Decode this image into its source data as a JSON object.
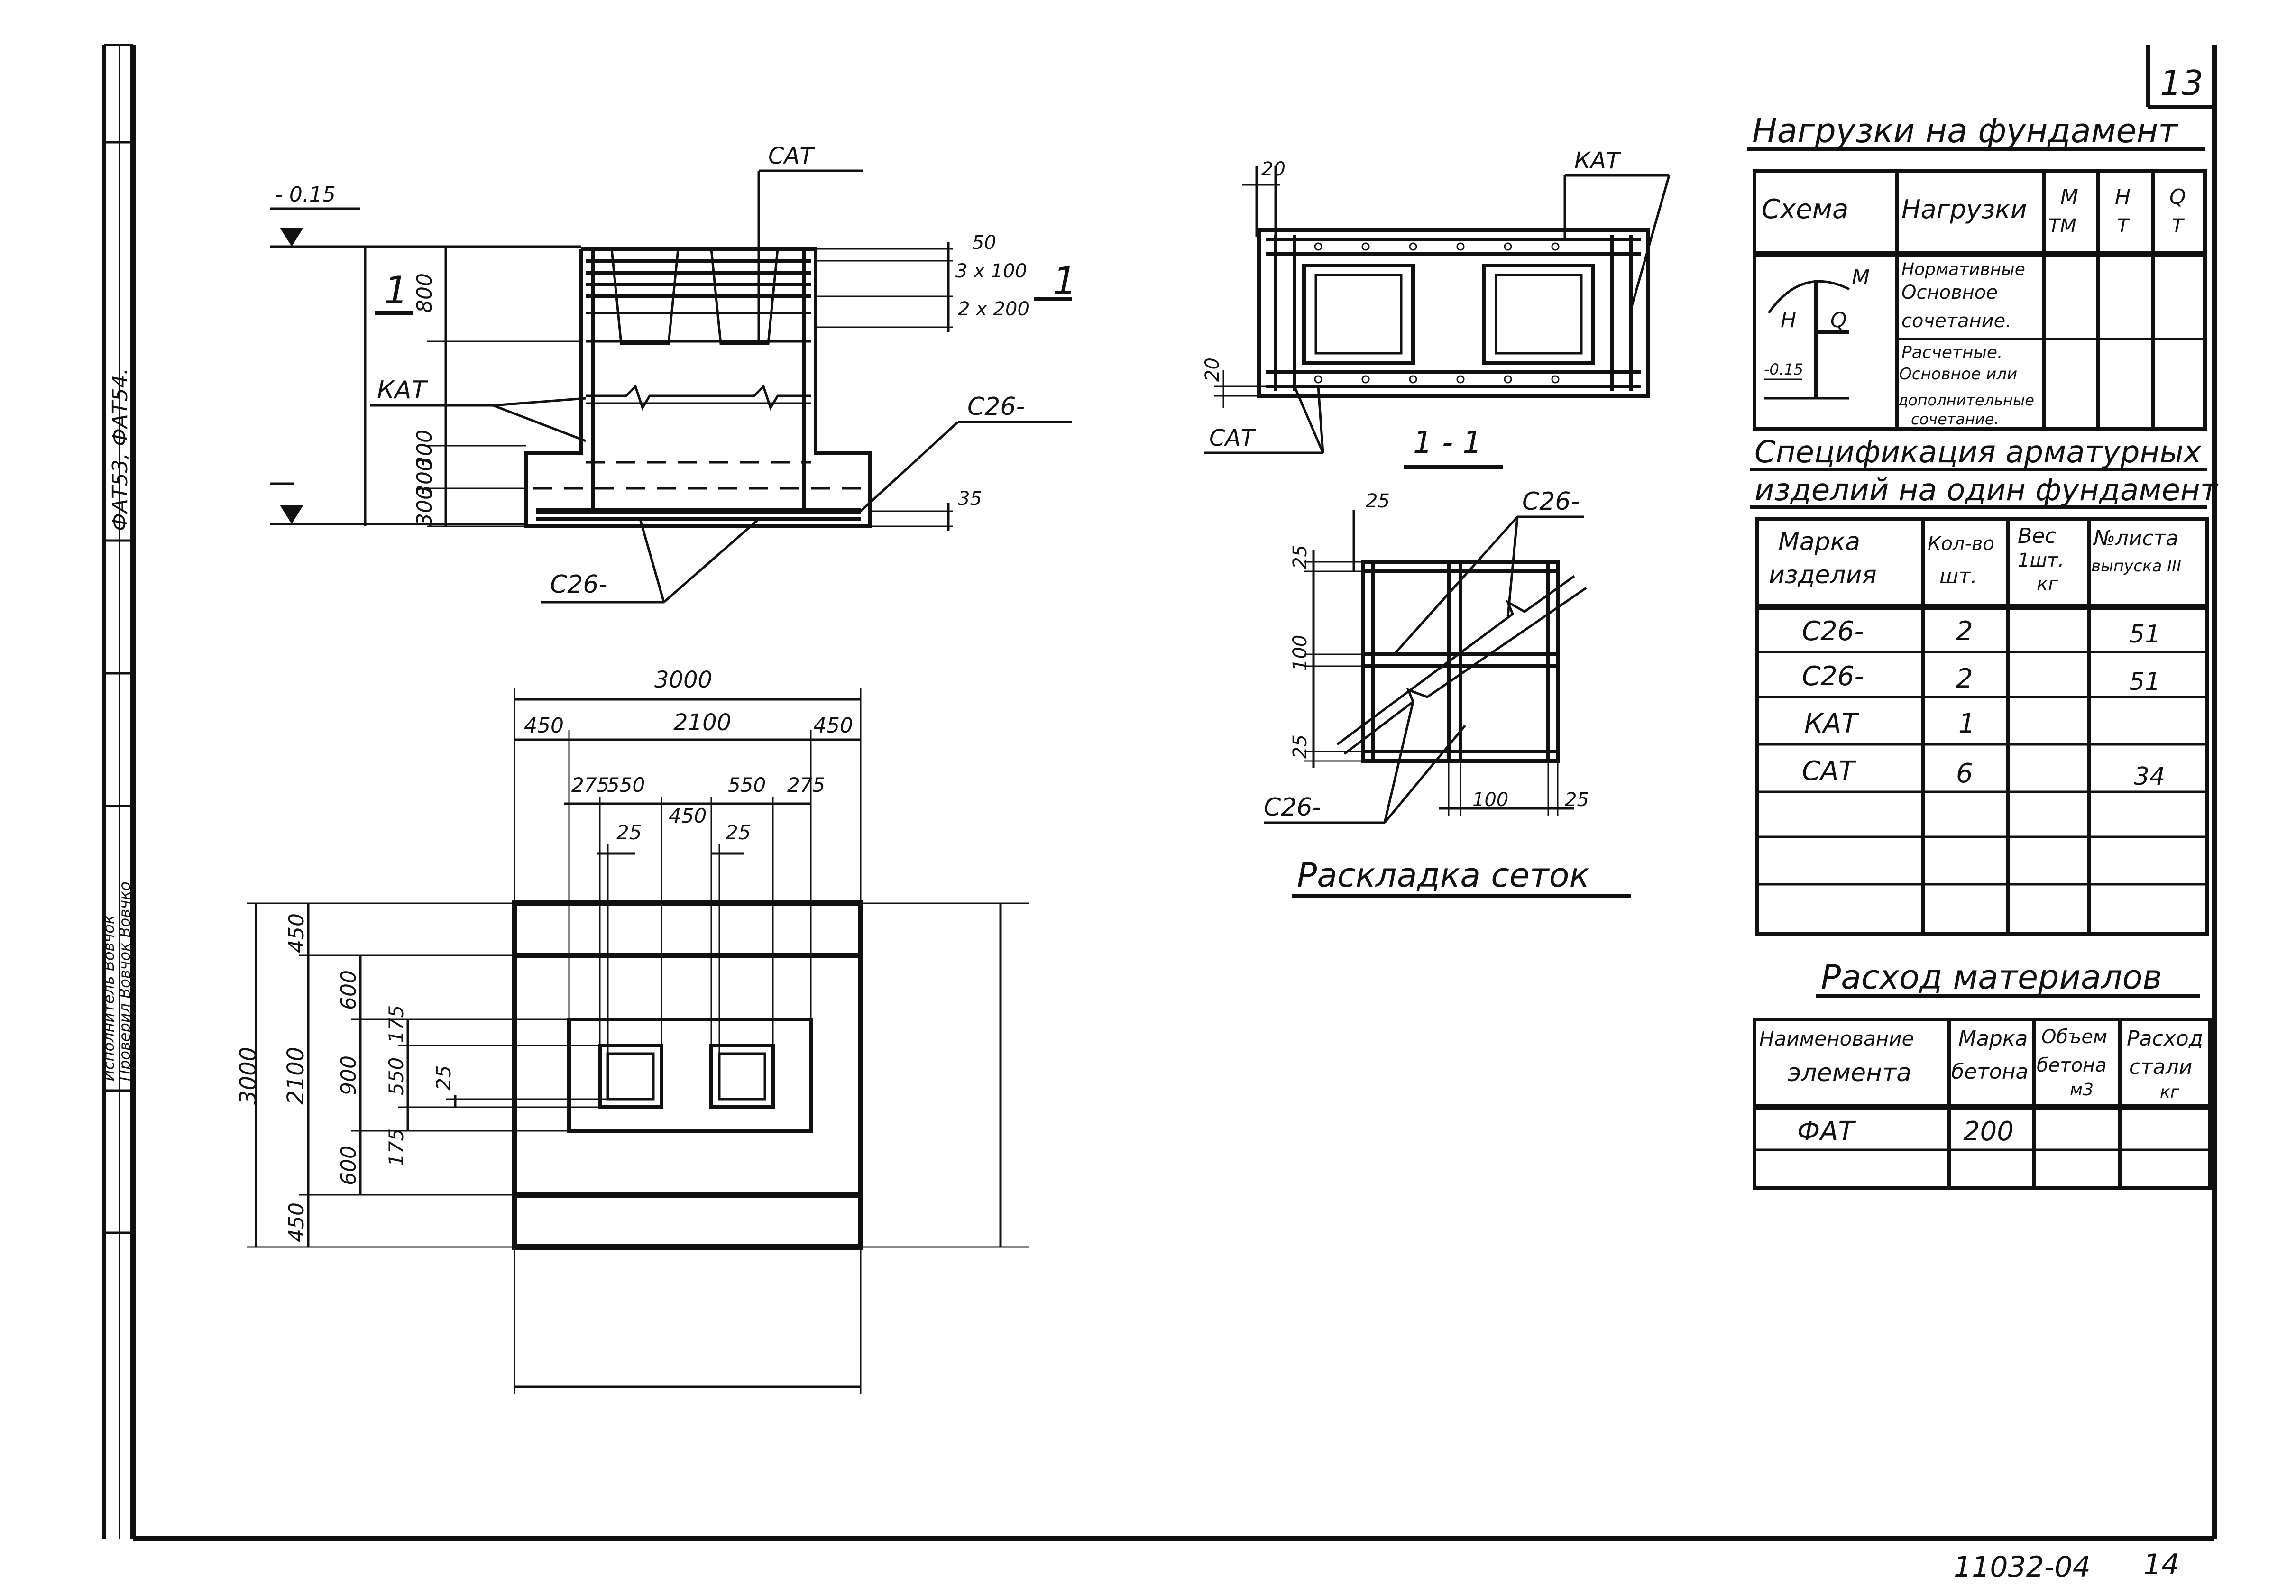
{
  "sheet_number": "13",
  "footer": {
    "doc_code": "11032-04",
    "page": "14"
  },
  "side_stamp": {
    "codes": "ФАТ53, ФАТ54.",
    "names_1": "Исполнитель  Вовчок",
    "names_2": "Проверил  Вовчок  Вовчко"
  },
  "section_view": {
    "elev_top": "- 0.15",
    "section_mark": "1",
    "cat_label": "САТ",
    "kat_label": "КАТ",
    "mesh_label_right": "С26-",
    "mesh_label_bottom": "С26-",
    "dims_left": [
      "800",
      "300",
      "300",
      "300"
    ],
    "dims_right": [
      "50",
      "3 x 100",
      "2 x 200",
      "35"
    ]
  },
  "plan_view": {
    "overall_top": "3000",
    "inner_top": "2100",
    "margin_left": "450",
    "margin_right": "450",
    "row2": [
      "275",
      "550",
      "450",
      "550",
      "275"
    ],
    "gap_left": "25",
    "gap_right": "25",
    "overall_left": "3000",
    "dims_vertical_1": [
      "450",
      "2100",
      "450"
    ],
    "dims_vertical_2": [
      "600",
      "900",
      "600"
    ],
    "dims_vertical_3": [
      "175",
      "550",
      "175"
    ],
    "dim_25": "25"
  },
  "section_11": {
    "kat": "КАТ",
    "cat": "САТ",
    "dim_20_top": "20",
    "dim_20_left": "20",
    "title": "1 - 1"
  },
  "mesh_layout": {
    "mesh_top": "С26-",
    "mesh_bottom": "С26-",
    "dim_25_top": "25",
    "dim_25_left": "25",
    "dim_100_left": "100",
    "dim_25_left2": "25",
    "dim_100_bottom": "100",
    "dim_25_bottom": "25",
    "title": "Раскладка сеток"
  },
  "loads_table": {
    "title": "Нагрузки на фундамент",
    "headers": [
      "Схема",
      "Нагрузки",
      "М\nТМ",
      "Н\nТ",
      "Q\nТ"
    ],
    "schema_labels": {
      "m": "М",
      "n": "Н",
      "q": "Q",
      "elev": "-0.15"
    },
    "rows": [
      [
        "Нормативные",
        "Основное",
        "сочетание."
      ],
      [
        "Расчетные.",
        "Основное или",
        "дополнительные",
        "сочетание."
      ]
    ]
  },
  "spec_table": {
    "title_1": "Спецификация арматурных",
    "title_2": "изделий на один фундамент",
    "headers": [
      [
        "Марка",
        "изделия"
      ],
      [
        "Кол-во",
        "шт."
      ],
      [
        "Вес",
        "1шт.",
        "кг"
      ],
      [
        "№листа",
        "выпуска III"
      ]
    ],
    "rows": [
      [
        "С26-",
        "2",
        "",
        "51"
      ],
      [
        "С26-",
        "2",
        "",
        "51"
      ],
      [
        "КАТ",
        "1",
        "",
        ""
      ],
      [
        "САТ",
        "6",
        "",
        "34"
      ],
      [
        "",
        "",
        "",
        ""
      ],
      [
        "",
        "",
        "",
        ""
      ],
      [
        "",
        "",
        "",
        ""
      ]
    ]
  },
  "materials_table": {
    "title": "Расход материалов",
    "headers": [
      [
        "Наименование",
        "элемента"
      ],
      [
        "Марка",
        "бетона"
      ],
      [
        "Объем",
        "бетона",
        "м3"
      ],
      [
        "Расход",
        "стали",
        "кг"
      ]
    ],
    "rows": [
      [
        "ФАТ",
        "200",
        "",
        ""
      ],
      [
        "",
        "",
        "",
        ""
      ]
    ]
  }
}
